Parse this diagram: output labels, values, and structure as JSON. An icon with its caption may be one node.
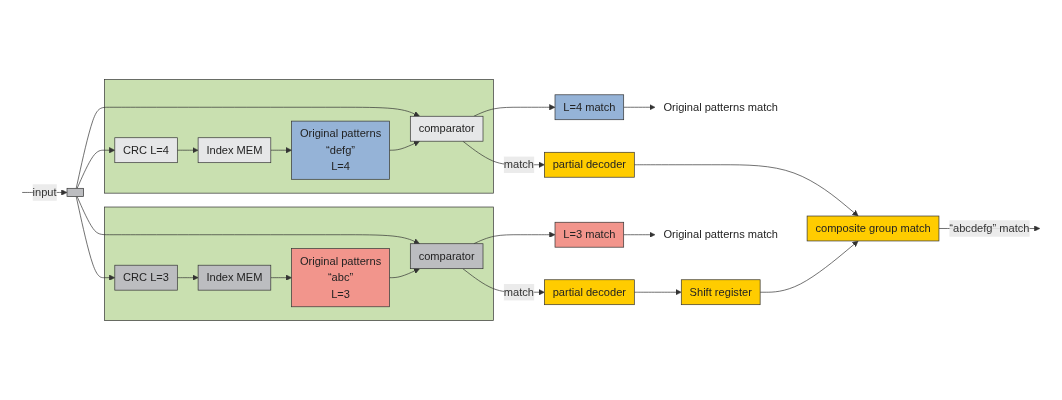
{
  "diagram": {
    "nodes": [
      {
        "text": [],
        "shape": "box"
      },
      {
        "text": [],
        "shape": "box"
      },
      {
        "text": [
          "CRC L=4"
        ],
        "in": 1
      },
      {
        "text": [
          "Index MEM"
        ],
        "in": 1
      },
      {
        "text": [
          "Original patterns",
          "“defg”",
          "L=4"
        ],
        "in": 1
      },
      {
        "text": [
          "comparator"
        ],
        "in": 1
      },
      {
        "text": [],
        "shape": "box"
      },
      {
        "text": [
          "CRC L=3"
        ],
        "in": 6
      },
      {
        "text": [
          "Index MEM"
        ],
        "in": 6
      },
      {
        "text": [
          "Original patterns",
          "“abc”",
          "L=3"
        ],
        "in": 6
      },
      {
        "text": [
          "comparator"
        ],
        "in": 6
      },
      {
        "text": [
          "L=4 match"
        ]
      },
      {
        "text": [
          "Original patterns match"
        ]
      },
      {
        "text": [
          "partial decoder"
        ]
      },
      {
        "text": [
          "composite group match"
        ]
      },
      {
        "text": [
          "Shift register"
        ]
      },
      {
        "text": [
          "partial decoder"
        ]
      },
      {
        "text": [
          "L=3 match"
        ]
      },
      {
        "text": [
          "Original patterns match"
        ]
      }
    ],
    "edges": [
      {
        "from": null,
        "to": 0,
        "arrow": "to",
        "label": "input"
      },
      {
        "from": 0,
        "to": 2,
        "arrow": "to"
      },
      {
        "from": 0,
        "to": 7,
        "arrow": "to"
      },
      {
        "from": 0,
        "to": 5,
        "arrow": "to"
      },
      {
        "from": 0,
        "to": 10,
        "arrow": "to"
      },
      {
        "from": 2,
        "to": 3,
        "arrow": "to"
      },
      {
        "from": 3,
        "to": 4,
        "arrow": "to"
      },
      {
        "from": 4,
        "to": 5,
        "arrow": "to"
      },
      {
        "from": 7,
        "to": 8,
        "arrow": "to"
      },
      {
        "from": 8,
        "to": 9,
        "arrow": "to"
      },
      {
        "from": 9,
        "to": 10,
        "arrow": "to"
      },
      {
        "from": 5,
        "to": 11,
        "arrow": "to"
      },
      {
        "from": 5,
        "to": 13,
        "arrow": "to",
        "label": "match"
      },
      {
        "from": 11,
        "to": 12,
        "arrow": "to"
      },
      {
        "from": 13,
        "to": 14,
        "arrow": "to"
      },
      {
        "from": 15,
        "to": 14,
        "arrow": "to"
      },
      {
        "from": 14,
        "to": null,
        "arrow": "to",
        "label": "“abcdefg” match"
      },
      {
        "from": 10,
        "to": 16,
        "arrow": "to",
        "label": "match"
      },
      {
        "from": 10,
        "to": 17,
        "arrow": "to"
      },
      {
        "from": 16,
        "to": 15,
        "arrow": "to"
      },
      {
        "from": 17,
        "to": 18,
        "arrow": "to"
      }
    ]
  }
}
